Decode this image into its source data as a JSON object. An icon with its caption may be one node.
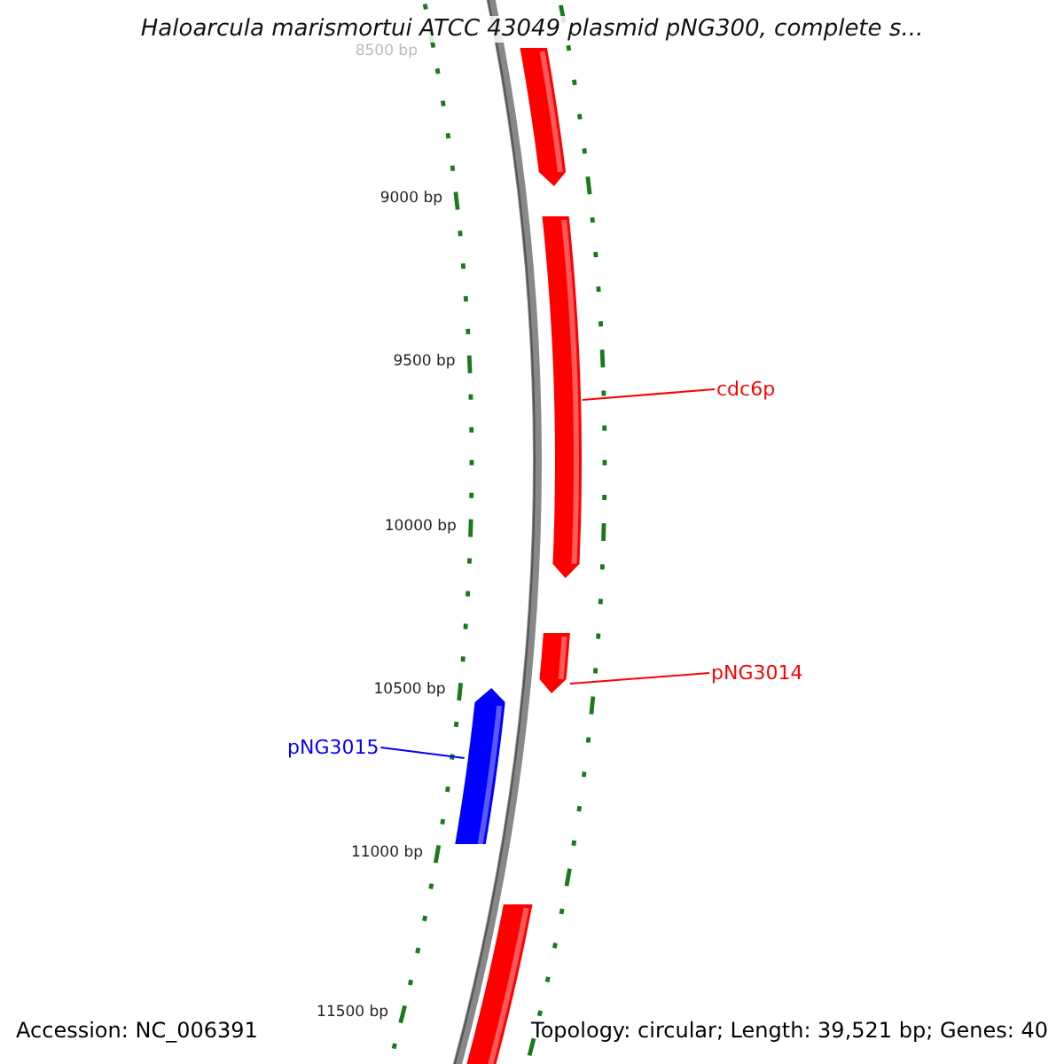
{
  "diagram": {
    "title": "Haloarcula marismortui ATCC 43049 plasmid pNG300, complete s...",
    "nodes": [
      {
        "text": [],
        "shape": "bar"
      },
      {
        "text": [],
        "shape": "bar"
      },
      {
        "text": [
          "cdc6p"
        ]
      },
      {
        "text": [],
        "shape": "bar"
      },
      {
        "text": [
          "pNG3014"
        ]
      },
      {
        "text": [
          "pNG3015"
        ]
      },
      {
        "text": [],
        "shape": "bar"
      },
      {
        "text": [],
        "shape": "bar"
      }
    ],
    "edges": [
      {
        "from": 2,
        "to": 1,
        "arrow": "none",
        "color": "#ff0000"
      },
      {
        "from": 4,
        "to": 3,
        "arrow": "none",
        "color": "#ff0000"
      },
      {
        "from": 5,
        "to": 6,
        "arrow": "none",
        "color": "#0000ff"
      }
    ],
    "labels": [
      "8500 bp",
      "9000 bp",
      "9500 bp",
      "10000 bp",
      "10500 bp",
      "11000 bp",
      "11500 bp",
      "Accession: NC_006391",
      "Topology: circular; Length: 39,521 bp; Genes: 40"
    ]
  }
}
